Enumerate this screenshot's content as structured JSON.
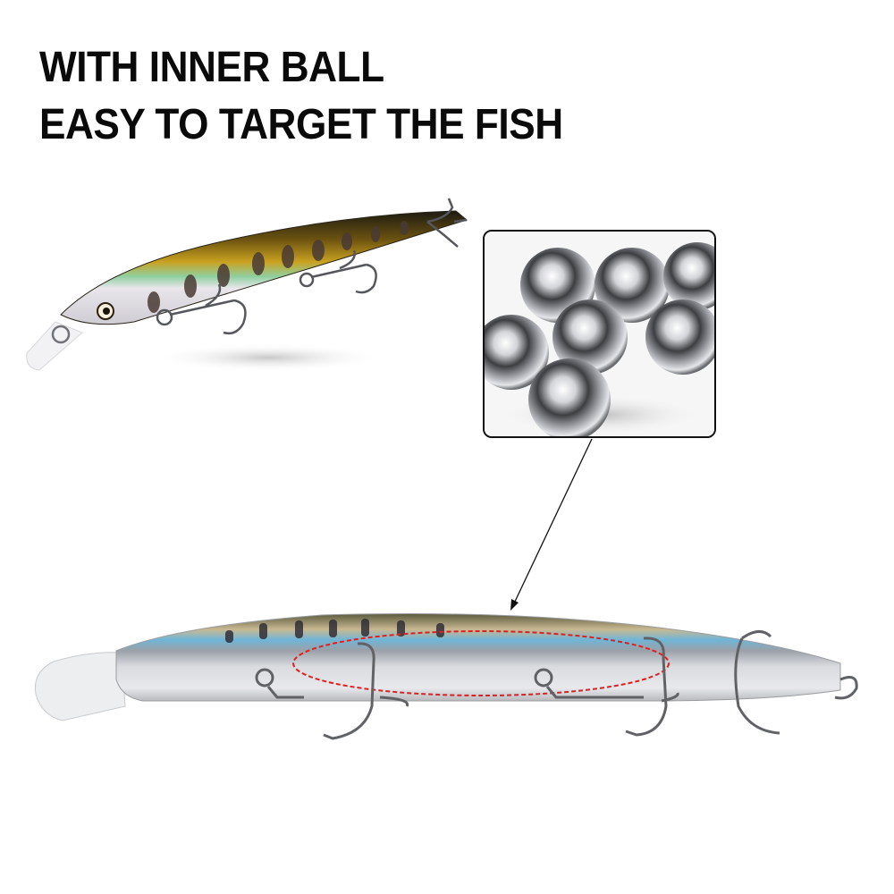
{
  "headline": {
    "line1": "WITH INNER BALL",
    "line2": "EASY TO TARGET THE FISH"
  },
  "images": {
    "top_lure": "minnow-lure-gold-black-spotted",
    "callout": "steel-balls-closeup",
    "bottom_lure": "minnow-lure-transparent-silver-side-view"
  },
  "annotations": {
    "arrow": "pointer-arrow",
    "highlight": "red-dashed-ellipse-ball-chamber"
  },
  "colors": {
    "text": "#0a0a0a",
    "highlight": "#e02020",
    "border": "#111111",
    "background": "#ffffff"
  }
}
